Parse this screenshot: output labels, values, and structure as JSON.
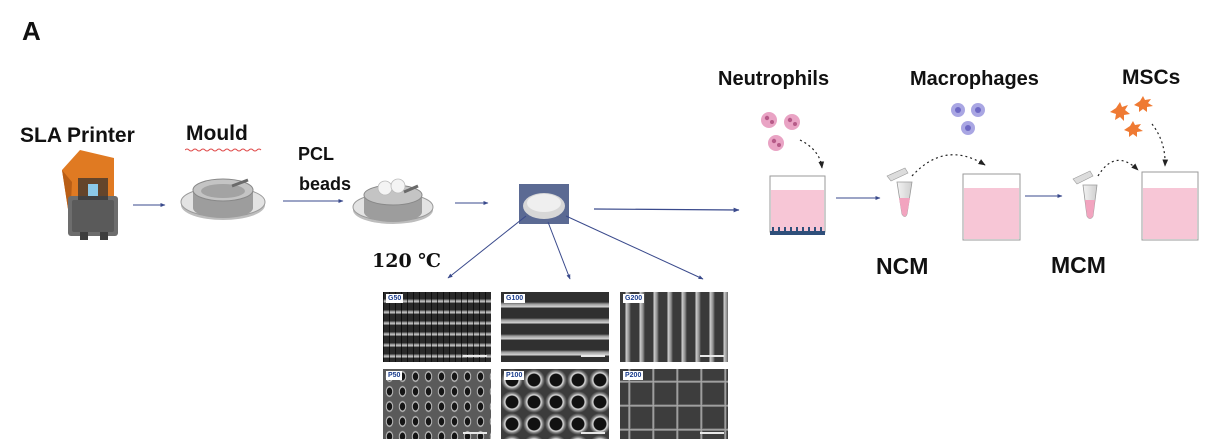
{
  "figure": {
    "panel_label": "A",
    "stages": {
      "printer": "SLA Printer",
      "mould": "Mould",
      "beads_line1": "PCL",
      "beads_line2": "beads",
      "temperature": "120 ℃"
    },
    "cells": {
      "neutrophils": "Neutrophils",
      "macrophages": "Macrophages",
      "mscs": "MSCs"
    },
    "media": {
      "ncm": "NCM",
      "mcm": "MCM"
    },
    "sem_panels": [
      "G50",
      "G100",
      "G200",
      "P50",
      "P100",
      "P200"
    ]
  },
  "colors": {
    "printer_orange": "#e07a22",
    "arrow_blue": "#3a4a8c",
    "medium_pink": "#f7c6d6",
    "neutrophil_pink": "#e9a3c4",
    "macrophage_lavender": "#a9a6e3",
    "msc_orange": "#ef7a33",
    "sem_tag_blue": "#1a3c8c"
  }
}
